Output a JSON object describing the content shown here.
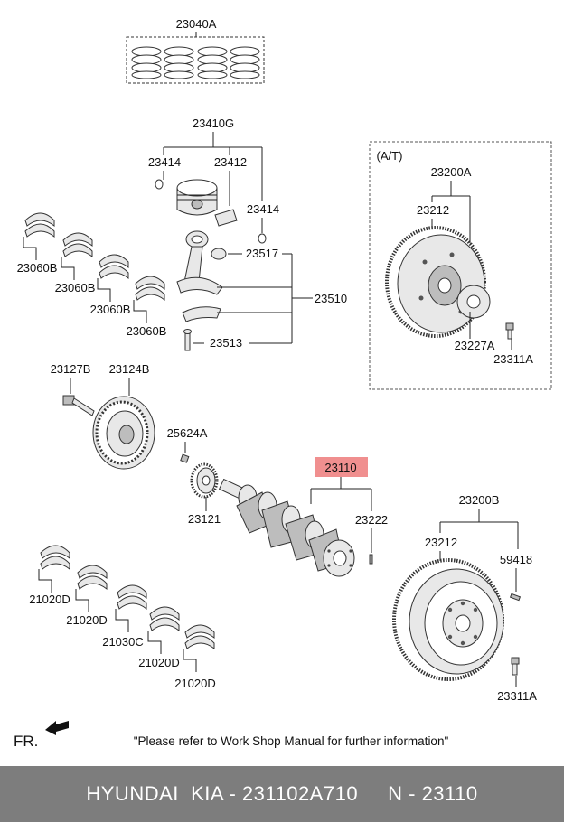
{
  "labels": {
    "piston_ring_set": "23040A",
    "piston_assy": "23410G",
    "ring_left": "23414",
    "piston": "23412",
    "ring_right": "23414",
    "bearing_1": "23060B",
    "bearing_2": "23060B",
    "bearing_3": "23060B",
    "bearing_4": "23060B",
    "conrod_bush": "23517",
    "conrod_assy": "23510",
    "conrod_bolt": "23513",
    "at_section": "(A/T)",
    "drive_plate": "23200A",
    "ring_gear_at": "23212",
    "adapter_plate": "23227A",
    "bolt_at": "23311A",
    "pulley_bolt": "23127B",
    "damper_pulley": "23124B",
    "key": "25624A",
    "sprocket": "23121",
    "crankshaft": "23110",
    "pin": "23222",
    "flywheel": "23200B",
    "ring_gear_mt": "23212",
    "dowel": "59418",
    "bolt_mt": "23311A",
    "main_bearing_1": "21020D",
    "main_bearing_2": "21020D",
    "thrust_bearing": "21030C",
    "main_bearing_3": "21020D",
    "main_bearing_4": "21020D"
  },
  "fr_label": "FR.",
  "note": "\"Please refer to Work Shop Manual for further information\"",
  "footer": "HYUNDAI  KIA - 231102A710     N - 23110",
  "colors": {
    "highlight": "#f08f8f",
    "footer_bg": "#7d7d7d",
    "footer_text": "#ffffff"
  }
}
